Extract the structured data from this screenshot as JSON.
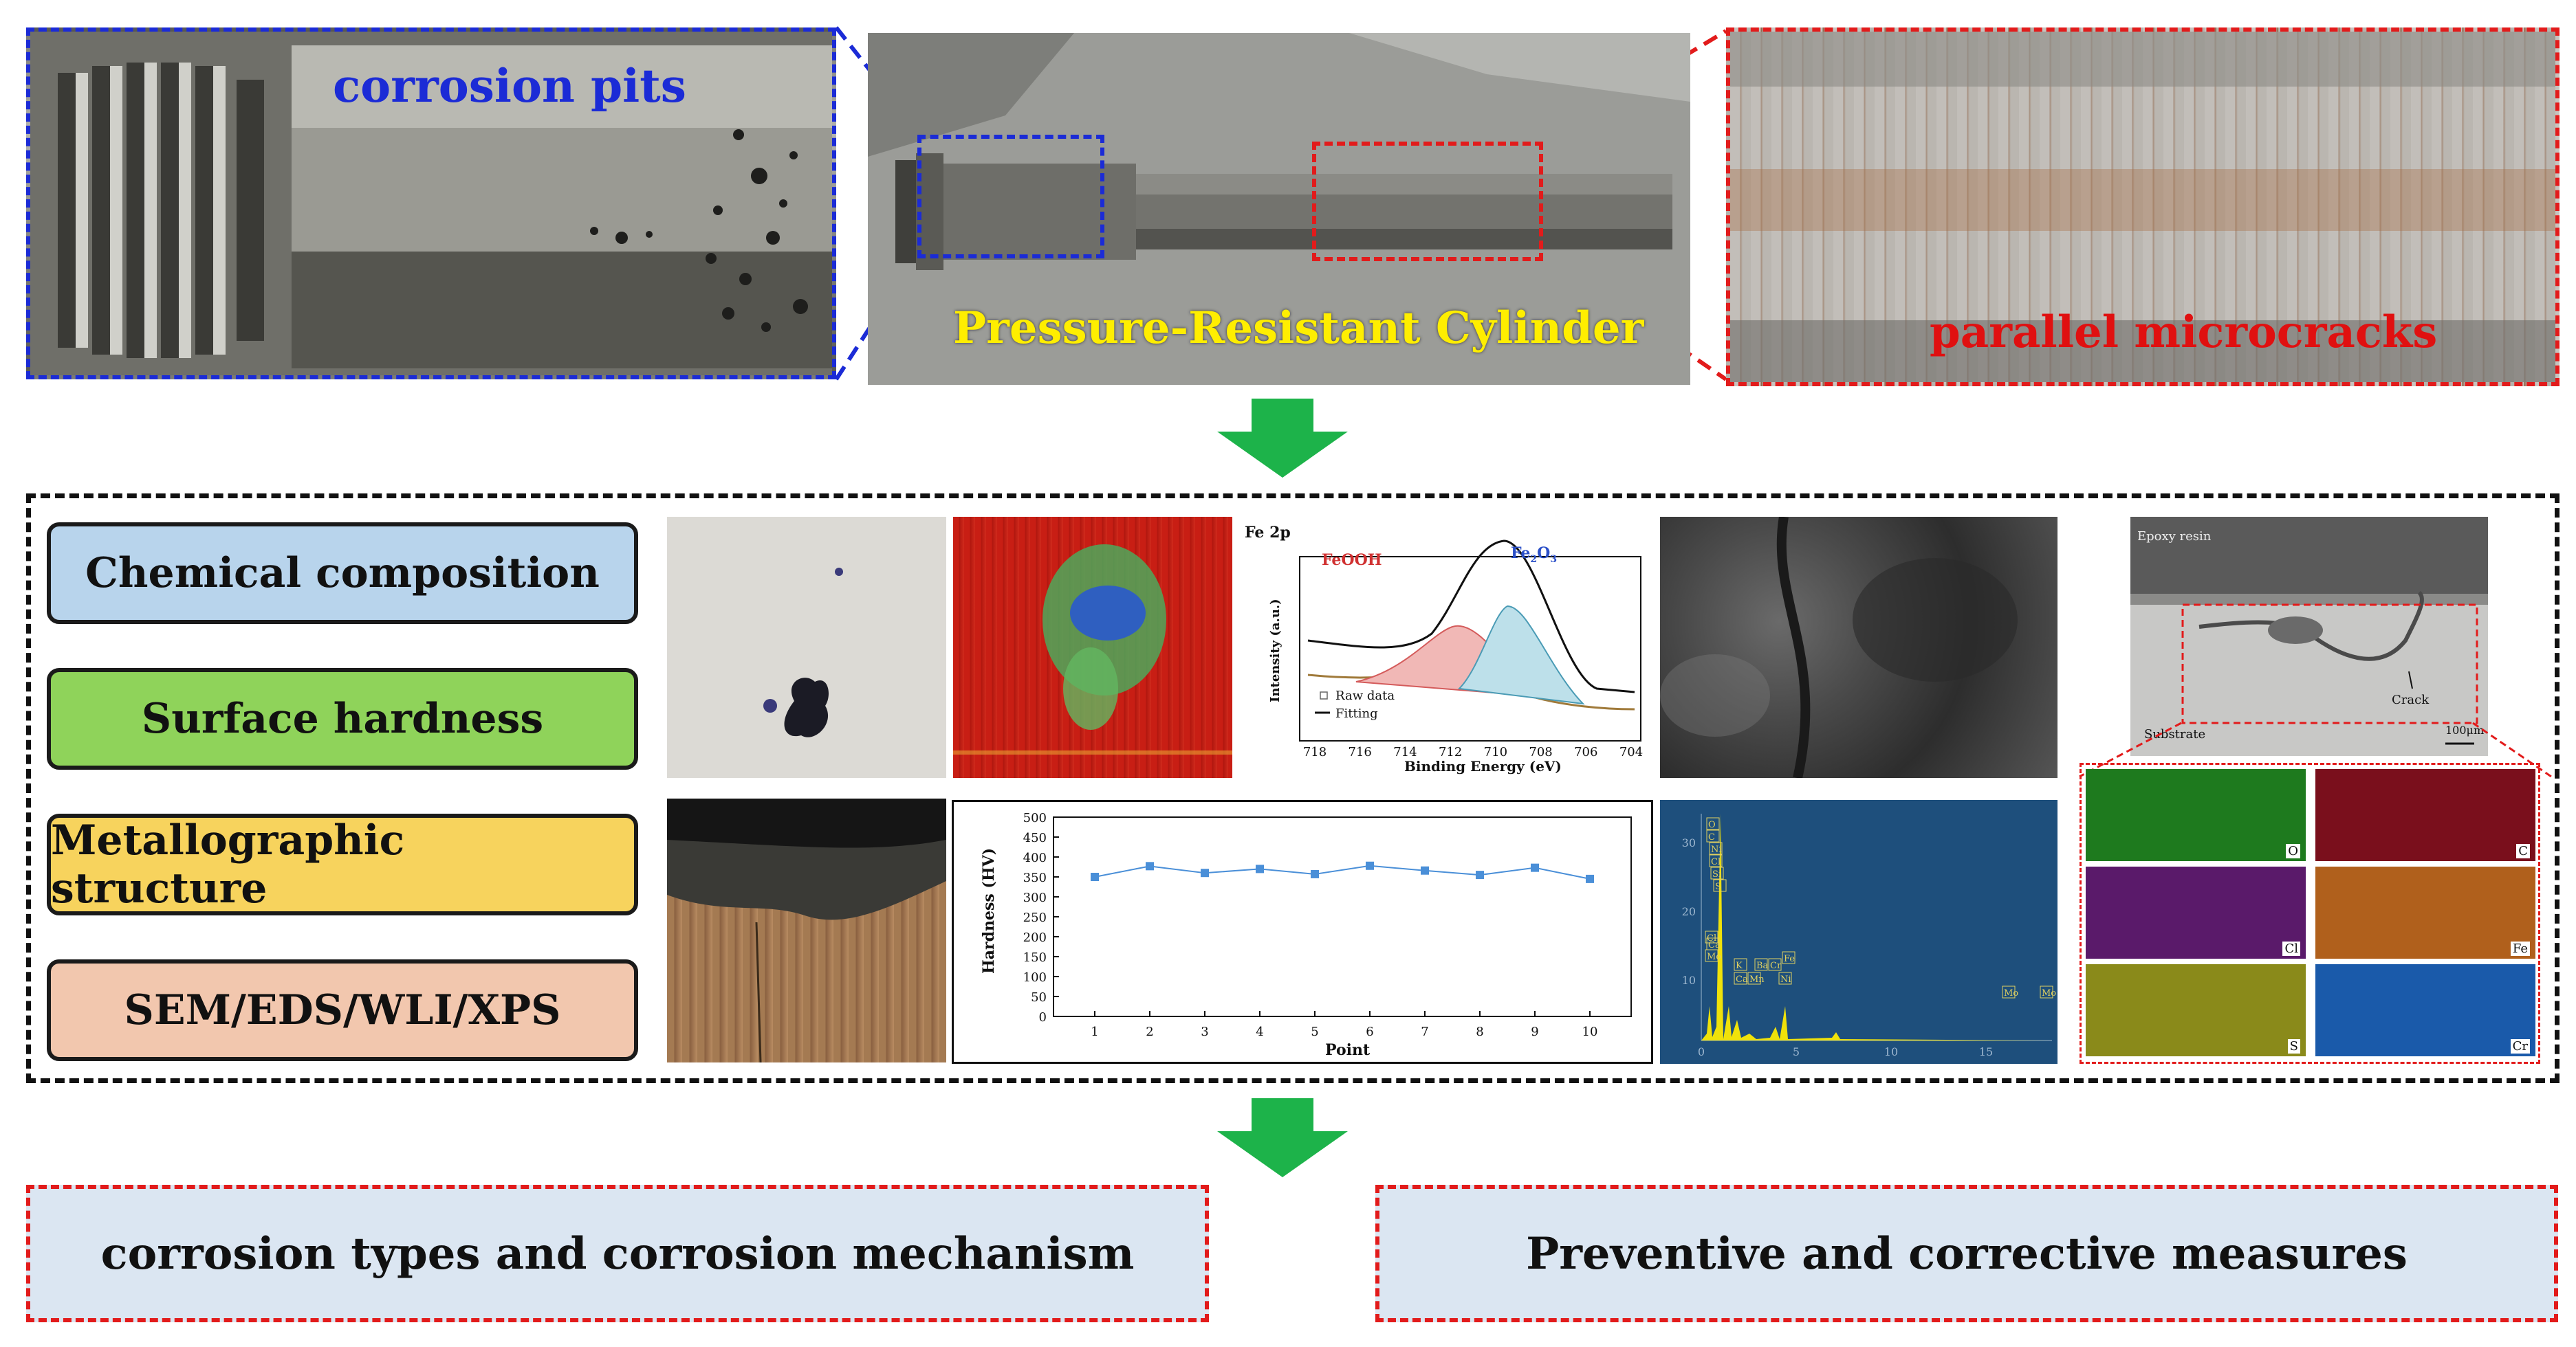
{
  "top_photos": {
    "left_label": "corrosion pits",
    "center_label": "Pressure-Resistant Cylinder",
    "right_label": "parallel microcracks"
  },
  "methods": [
    {
      "label": "Chemical composition",
      "color": "#b8d4ec"
    },
    {
      "label": "Surface hardness",
      "color": "#8fd35a"
    },
    {
      "label": "Metallographic structure",
      "color": "#f7d35d"
    },
    {
      "label": "SEM/EDS/WLI/XPS",
      "color": "#f2c7ae"
    }
  ],
  "xps": {
    "title": "Fe 2p",
    "peak1": "FeOOH",
    "peak2_base": "Fe",
    "peak2_sub1": "2",
    "peak2_mid": "O",
    "peak2_sub2": "3",
    "legend_raw": "Raw data",
    "legend_fit": "Fitting",
    "ylabel": "Intensity (a.u.)",
    "xlabel": "Binding Energy (eV)",
    "xticks": [
      "718",
      "716",
      "714",
      "712",
      "710",
      "708",
      "706",
      "704"
    ]
  },
  "cross_section": {
    "epoxy": "Epoxy resin",
    "substrate": "Substrate",
    "crack": "Crack",
    "scale": "100μm"
  },
  "eds_maps": [
    "O",
    "C",
    "Cl",
    "Fe",
    "S",
    "Cr"
  ],
  "eds_spectrum": {
    "labels": [
      "O",
      "C",
      "Ni",
      "Cl",
      "Si",
      "S",
      "Cl",
      "Ca",
      "Mo",
      "K",
      "Ca",
      "Ba",
      "Cr",
      "Mn",
      "Fe",
      "Ni",
      "Mo",
      "Mo"
    ],
    "xticks": [
      "0",
      "5",
      "10",
      "15"
    ],
    "yticks": [
      "10",
      "20",
      "30"
    ]
  },
  "hardness_chart": {
    "chart_data": {
      "type": "line",
      "x": [
        1,
        2,
        3,
        4,
        5,
        6,
        7,
        8,
        9,
        10
      ],
      "values": [
        350,
        377,
        360,
        370,
        357,
        378,
        366,
        355,
        373,
        345
      ],
      "xlabel": "Point",
      "ylabel": "Hardness (HV)",
      "ylim": [
        0,
        500
      ],
      "yticks": [
        0,
        50,
        100,
        150,
        200,
        250,
        300,
        350,
        400,
        450,
        500
      ],
      "color": "#4a8fd8"
    }
  },
  "conclusions": {
    "left": "corrosion types and corrosion mechanism",
    "right": "Preventive and corrective measures"
  },
  "colors": {
    "arrow": "#1db34a",
    "blue_dash": "#1b2bd6",
    "red_dash": "#e21b1b"
  }
}
